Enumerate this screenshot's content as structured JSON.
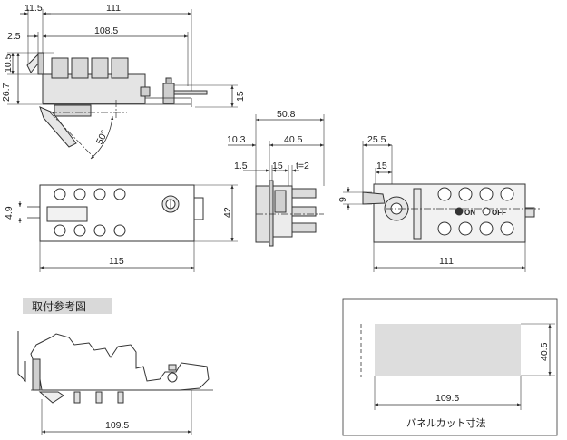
{
  "drawing": {
    "side_view": {
      "dims": {
        "d11_5": "11.5",
        "d111": "111",
        "d2_5": "2.5",
        "d108_5": "108.5",
        "d10_5": "10.5",
        "d26_7": "26.7",
        "d15": "15",
        "d50deg": "50°"
      }
    },
    "front_view": {
      "dims": {
        "d4_9": "4.9",
        "d42": "42",
        "d115": "115"
      }
    },
    "edge_view": {
      "dims": {
        "d50_8": "50.8",
        "d10_3": "10.3",
        "d40_5": "40.5",
        "d1_5": "1.5",
        "d15": "15",
        "dt2": "t=2"
      }
    },
    "rear_view": {
      "dims": {
        "d25_5": "25.5",
        "d15": "15",
        "d9": "9",
        "d111": "111"
      },
      "labels": {
        "on": "ON",
        "off": "OFF"
      }
    },
    "mount_ref": {
      "title": "取付参考図",
      "dims": {
        "d109_5": "109.5"
      }
    },
    "panel_cut": {
      "caption": "パネルカット寸法",
      "dims": {
        "d40_5": "40.5",
        "d109_5": "109.5"
      }
    }
  }
}
